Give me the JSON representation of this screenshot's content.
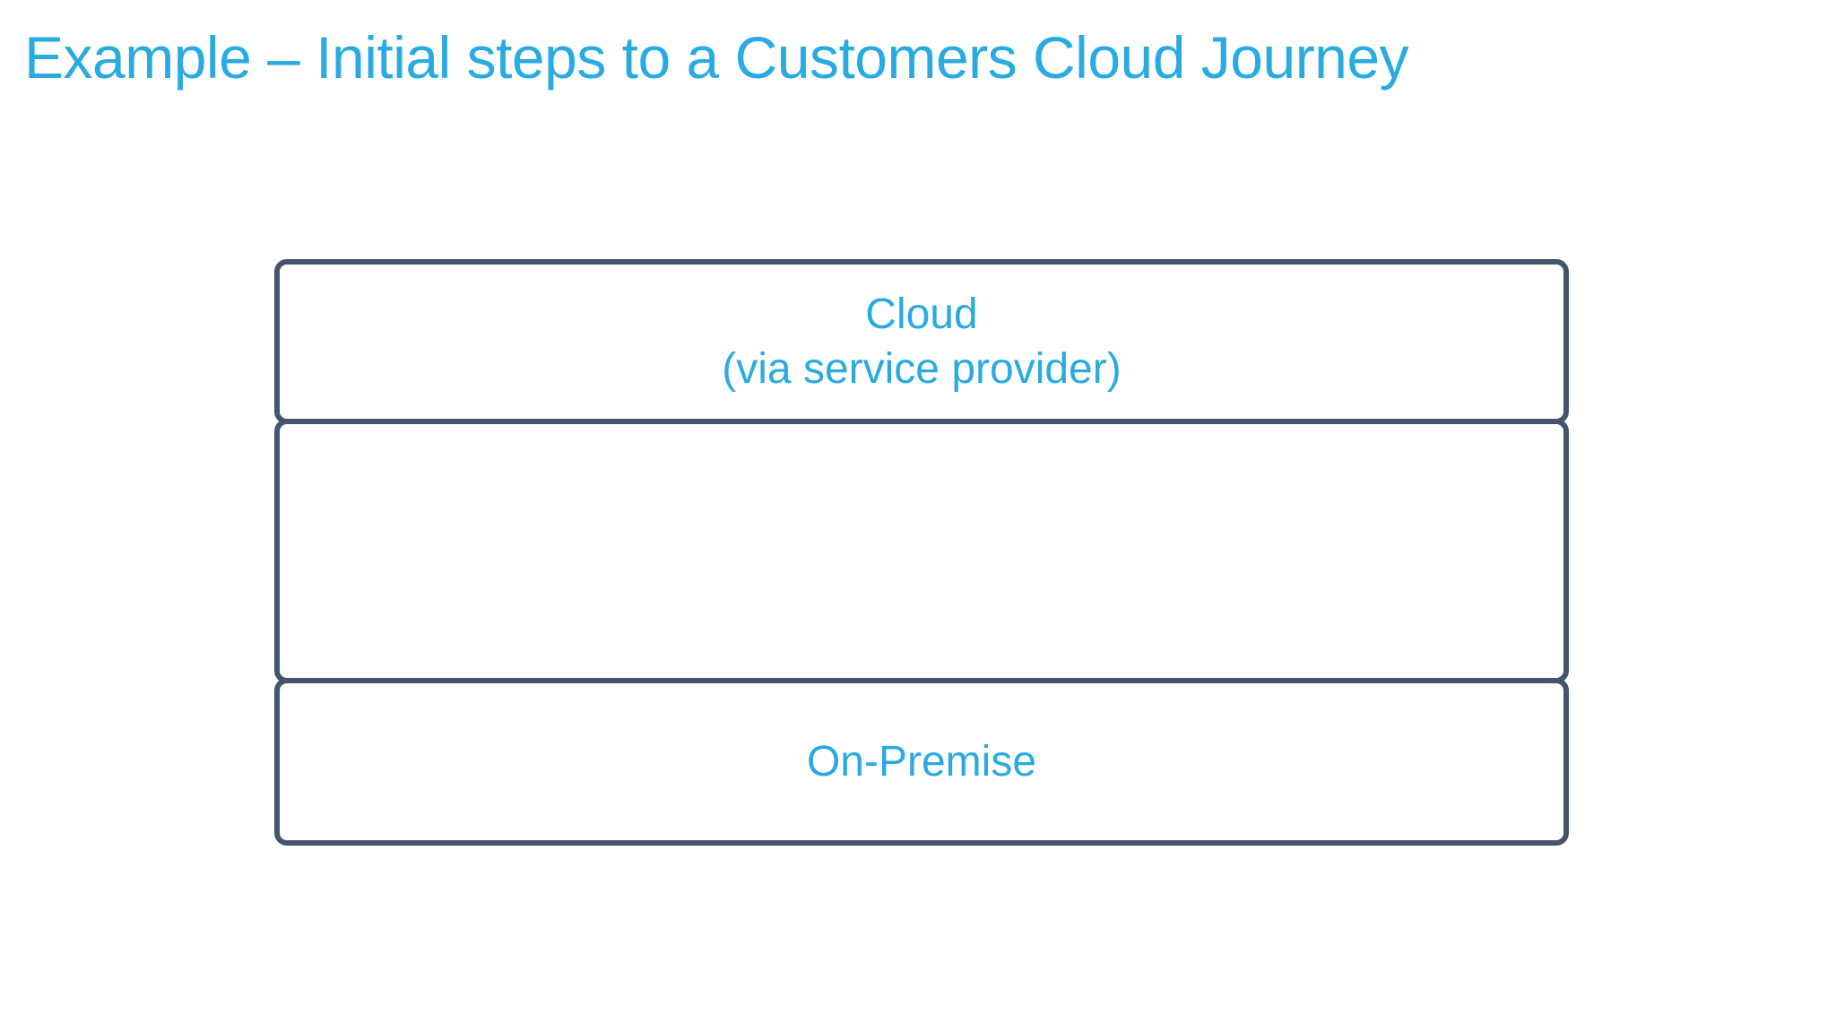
{
  "slide": {
    "title": "Example – Initial steps to a Customers Cloud Journey",
    "colors": {
      "accent_cyan": "#29ABE2",
      "box_border": "#44546A",
      "background": "#FFFFFF"
    },
    "diagram": {
      "layers": [
        {
          "id": "cloud",
          "label_line1": "Cloud",
          "label_line2": "(via service provider)"
        },
        {
          "id": "middle-empty",
          "label": ""
        },
        {
          "id": "on-premise",
          "label": "On-Premise"
        }
      ]
    }
  }
}
